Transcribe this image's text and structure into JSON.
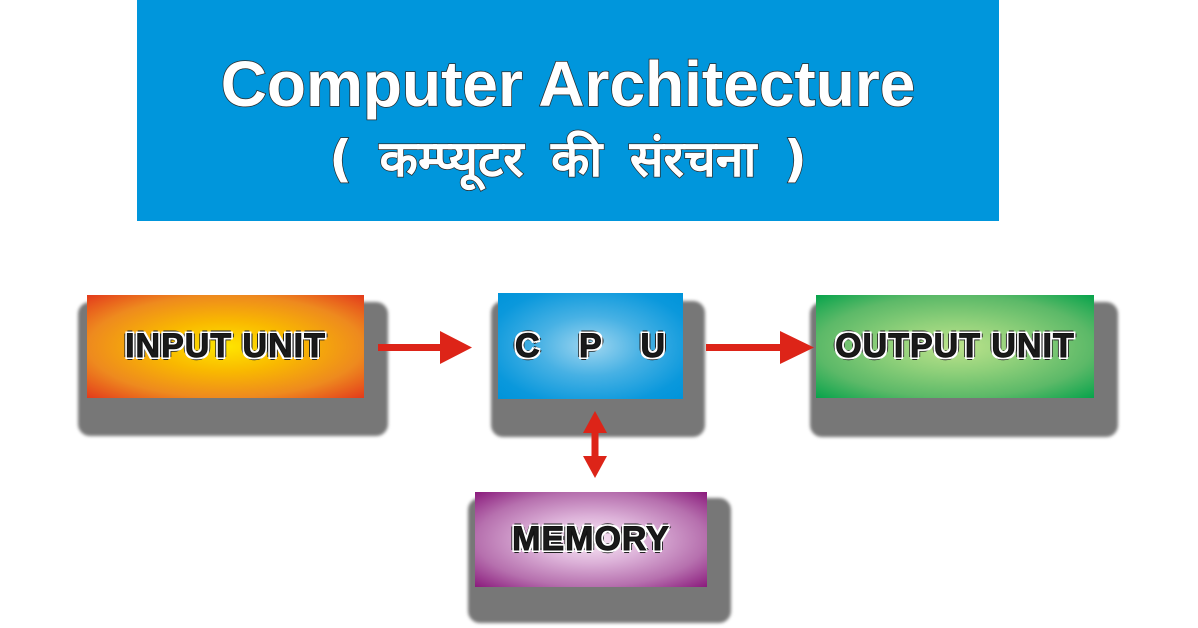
{
  "header": {
    "title": "Computer Architecture",
    "subtitle": "( कम्प्यूटर की संरचना )",
    "background_color": "#0096dc"
  },
  "diagram": {
    "nodes": [
      {
        "id": "input",
        "label": "INPUT UNIT",
        "color": "#f9b800"
      },
      {
        "id": "cpu",
        "label": "C P U",
        "color": "#0a98dc"
      },
      {
        "id": "output",
        "label": "OUTPUT UNIT",
        "color": "#5cb968"
      },
      {
        "id": "memory",
        "label": "MEMORY",
        "color": "#b670ae"
      }
    ],
    "edges": [
      {
        "from": "input",
        "to": "cpu",
        "direction": "one-way"
      },
      {
        "from": "cpu",
        "to": "output",
        "direction": "one-way"
      },
      {
        "from": "cpu",
        "to": "memory",
        "direction": "two-way"
      }
    ],
    "arrow_color": "#dd2418",
    "shadow_color": "#777777"
  }
}
